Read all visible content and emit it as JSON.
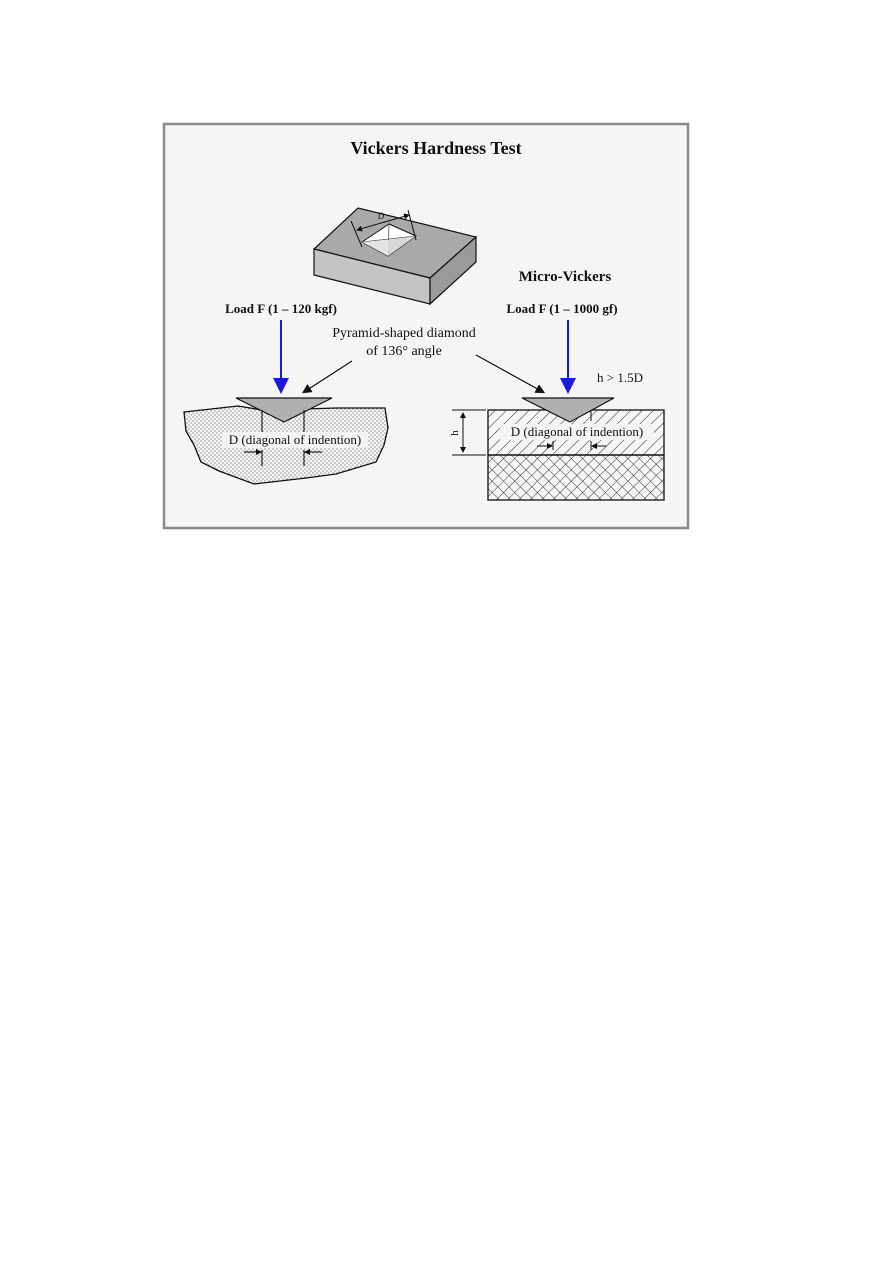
{
  "title": "Vickers Hardness Test",
  "subtitle_right": "Micro-Vickers",
  "load_left": "Load F (1 – 120 kgf)",
  "load_right": "Load F (1 – 1000 gf)",
  "indenter_label_line1": "Pyramid-shaped diamond",
  "indenter_label_line2": "of 136° angle",
  "block_dim_label": "D",
  "diag_left": "D (diagonal of indention)",
  "diag_right": "D (diagonal of indention)",
  "thickness_label": "h",
  "thickness_rule": "h > 1.5D",
  "colors": {
    "load_arrow": "#1a1ad6",
    "panel_border": "#8a8a8a",
    "panel_bg": "#f5f5f5",
    "diamond": "#b0b0b0",
    "block_top": "#a9a9a9",
    "block_side": "#c9c9c9"
  }
}
